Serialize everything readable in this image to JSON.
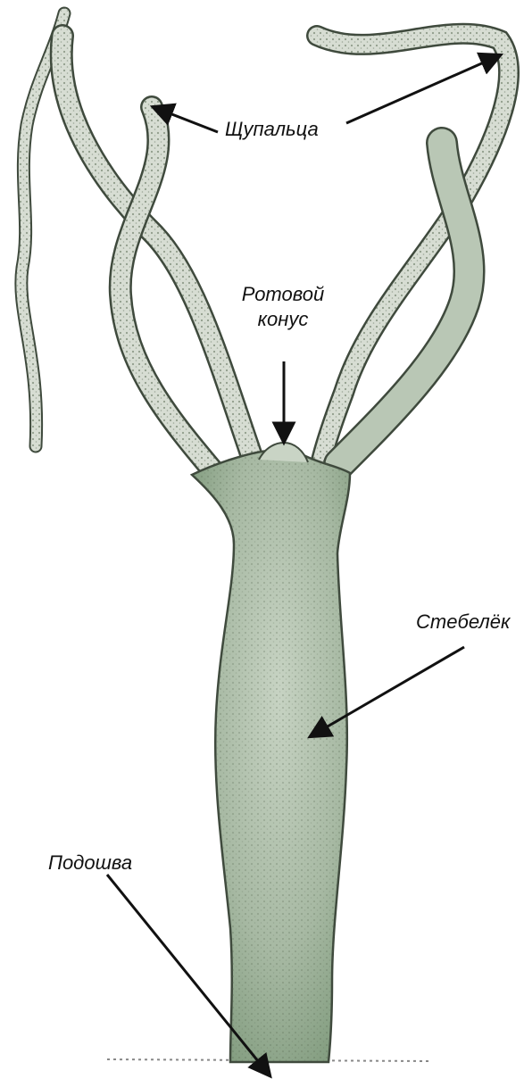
{
  "labels": {
    "tentacles": "Щупальца",
    "mouth_cone_line1": "Ротовой",
    "mouth_cone_line2": "конус",
    "stalk": "Стебелёк",
    "sole": "Подошва"
  },
  "colors": {
    "body_fill": "#aebfaa",
    "body_shade": "#7f9a7c",
    "tentacle_fill": "#d7ddd3",
    "outline": "#3f4a3d",
    "arrow": "#111111"
  }
}
